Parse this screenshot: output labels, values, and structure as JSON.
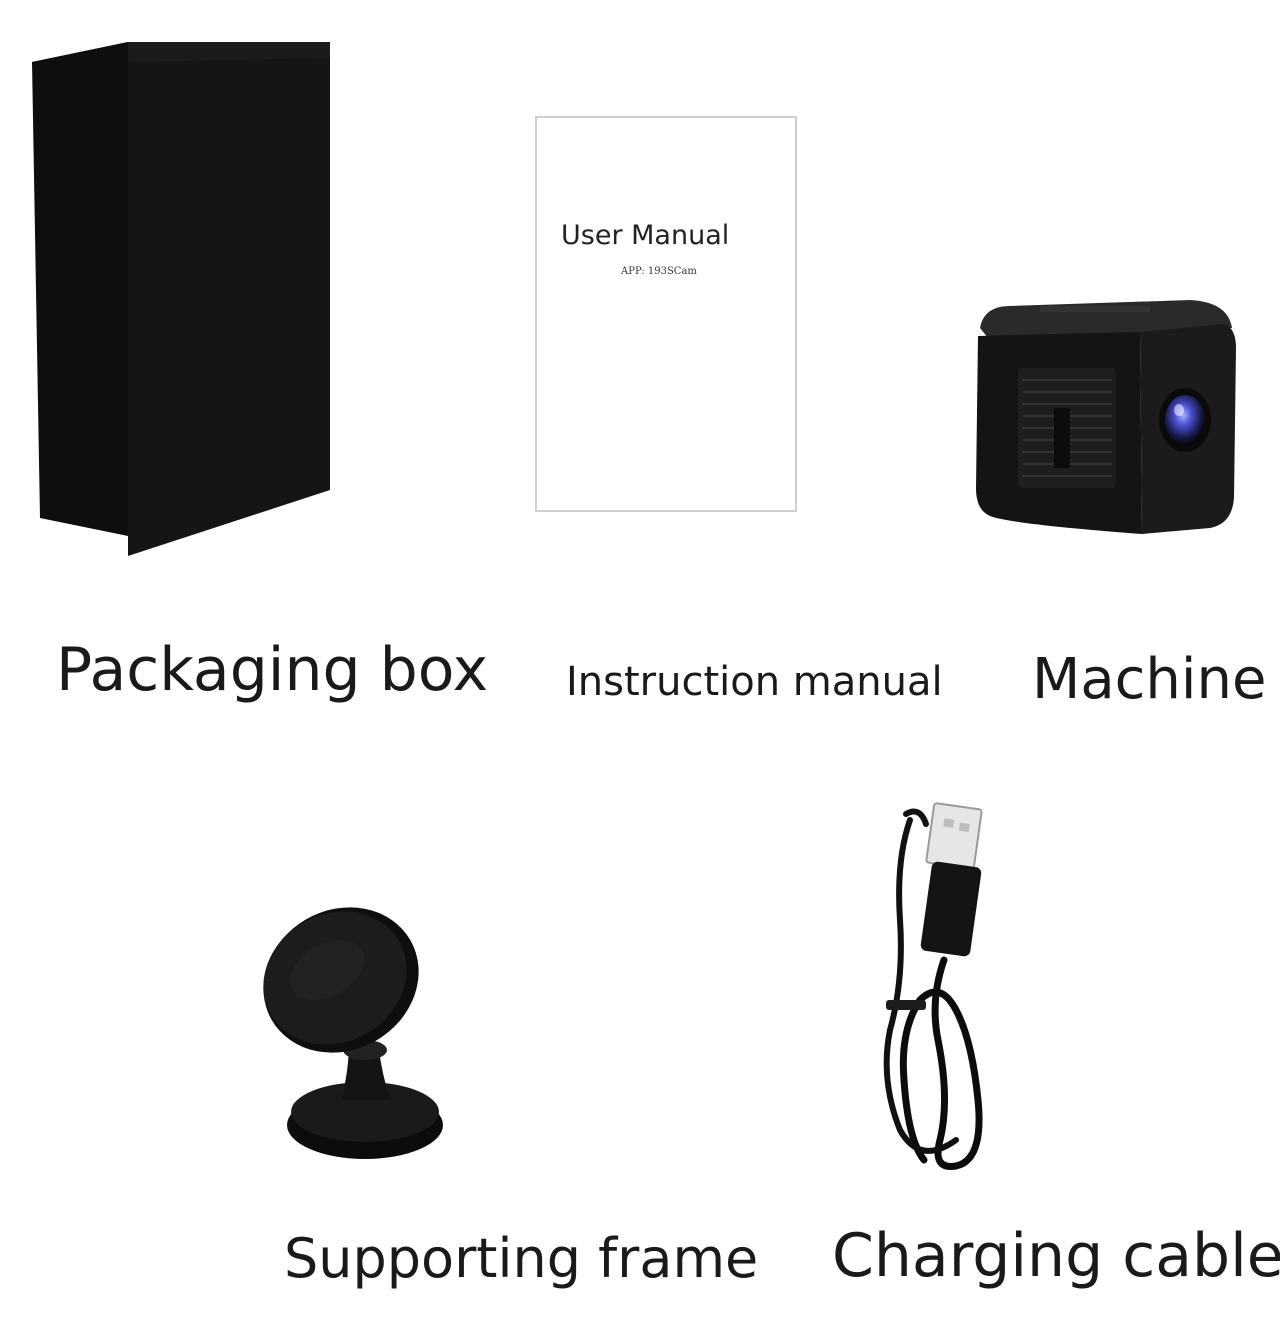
{
  "items": [
    {
      "id": "box",
      "label": "Packaging box",
      "icon": "packaging-box-icon"
    },
    {
      "id": "manual",
      "label": "Instruction manual",
      "icon": "manual-booklet-icon",
      "cover_title": "User Manual",
      "cover_subtitle": "APP: 193SCam"
    },
    {
      "id": "machine",
      "label": "Machine",
      "icon": "mini-camera-icon"
    },
    {
      "id": "frame",
      "label": "Supporting frame",
      "icon": "magnetic-stand-icon"
    },
    {
      "id": "cable",
      "label": "Charging cable",
      "icon": "usb-cable-icon"
    }
  ],
  "colors": {
    "background": "#ffffff",
    "product_black": "#111111",
    "lens_blue": "#3b3fb0"
  }
}
